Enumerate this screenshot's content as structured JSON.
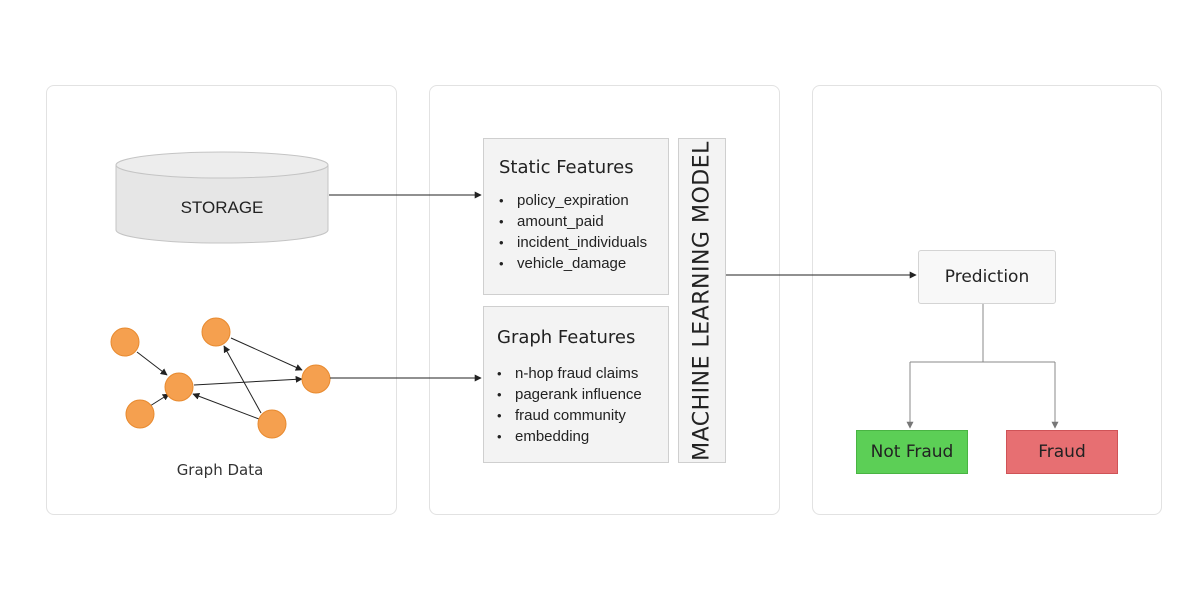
{
  "storage": {
    "label": "STORAGE"
  },
  "graph": {
    "label": "Graph Data"
  },
  "static_features": {
    "title": "Static Features",
    "items": [
      "policy_expiration",
      "amount_paid",
      "incident_individuals",
      "vehicle_damage"
    ]
  },
  "graph_features": {
    "title": "Graph Features",
    "items": [
      "n-hop fraud claims",
      "pagerank influence",
      "fraud community",
      "embedding"
    ]
  },
  "model": {
    "label": "MACHINE LEARNING MODEL"
  },
  "prediction": {
    "label": "Prediction"
  },
  "outcomes": {
    "not_fraud": "Not Fraud",
    "fraud": "Fraud"
  },
  "colors": {
    "node": "#f5a04f",
    "node_stroke": "#e88a2f",
    "not_fraud": "#5ccf56",
    "fraud": "#e76f72"
  }
}
